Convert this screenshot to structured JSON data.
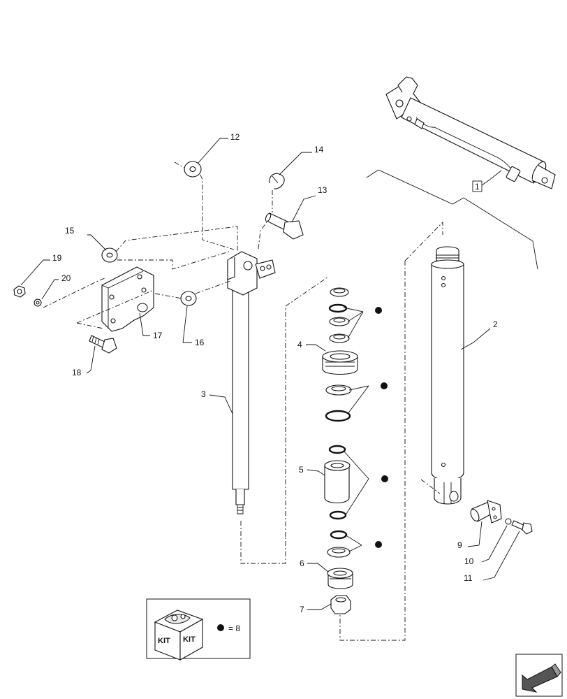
{
  "callouts": {
    "c1": "1",
    "c2": "2",
    "c3": "3",
    "c4": "4",
    "c5": "5",
    "c6": "6",
    "c7": "7",
    "c9": "9",
    "c10": "10",
    "c11": "11",
    "c12": "12",
    "c13": "13",
    "c14": "14",
    "c15": "15",
    "c16": "16",
    "c17": "17",
    "c18": "18",
    "c19": "19",
    "c20": "20"
  },
  "legend": {
    "kit_word": "KIT",
    "equals_text": "= 8"
  },
  "nav": {
    "arrow_icon": "next-page-arrow-icon"
  }
}
